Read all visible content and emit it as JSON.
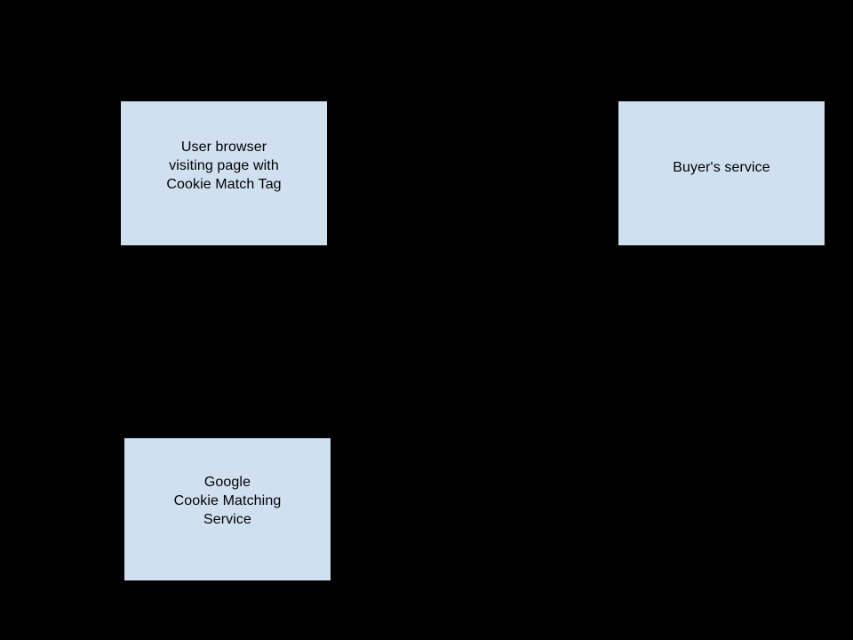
{
  "diagram": {
    "background_color": "#000000",
    "node_fill_color": "#d0e0f0",
    "node_text_color": "#000000",
    "nodes": [
      {
        "id": "user-browser",
        "label": "User browser\nvisiting page with\nCookie Match Tag"
      },
      {
        "id": "buyer-service",
        "label": "Buyer's service"
      },
      {
        "id": "google-cookie-matching-service",
        "label": "Google\nCookie Matching\nService"
      }
    ]
  }
}
